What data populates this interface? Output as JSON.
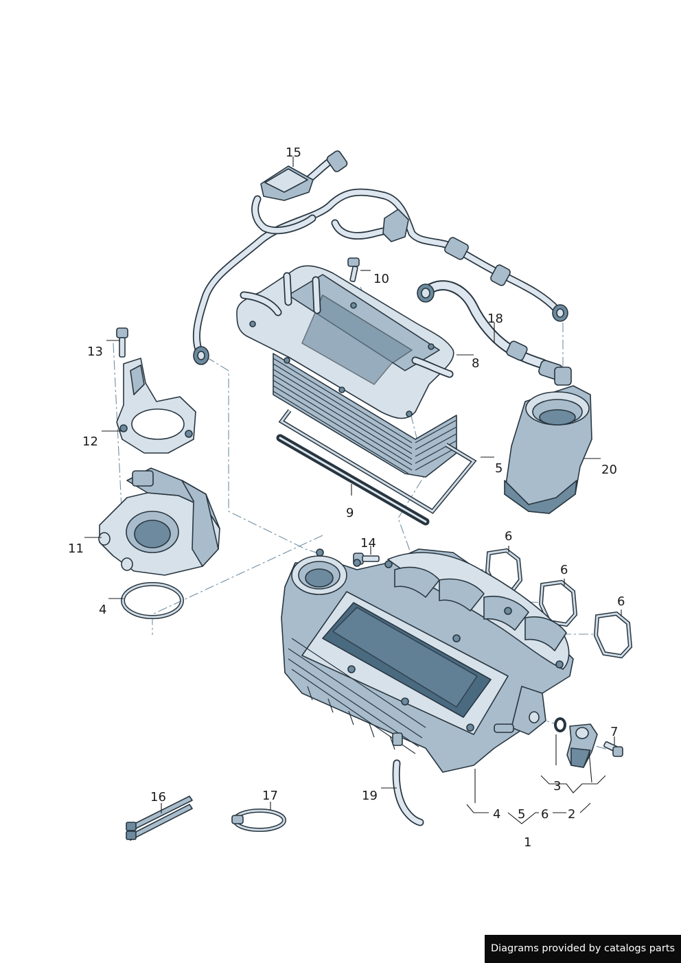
{
  "diagram": {
    "labels": {
      "p1": "1",
      "p2": "2",
      "p3": "3",
      "p4a": "4",
      "p4b": "4",
      "p5a": "5",
      "p5b": "5",
      "p6a": "6",
      "p6b": "6",
      "p6c": "6",
      "p6d": "6",
      "p7": "7",
      "p8": "8",
      "p9": "9",
      "p10": "10",
      "p11": "11",
      "p12": "12",
      "p13": "13",
      "p14": "14",
      "p15": "15",
      "p16": "16",
      "p17": "17",
      "p18": "18",
      "p19": "19",
      "p20": "20"
    }
  },
  "credit": "Diagrams provided by catalogs parts"
}
